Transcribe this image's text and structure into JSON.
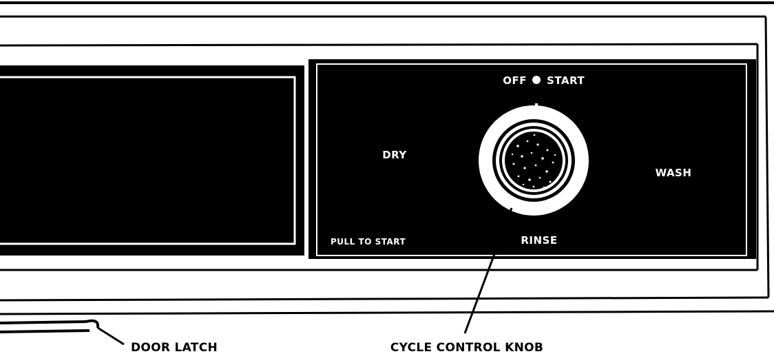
{
  "panel": {
    "off_label": "OFF",
    "start_label": "START",
    "dry_label": "DRY",
    "wash_label": "WASH",
    "rinse_label": "RINSE",
    "pull_to_start_label": "PULL TO START"
  },
  "callouts": {
    "door_latch": "DOOR LATCH",
    "cycle_control_knob": "CYCLE CONTROL KNOB"
  }
}
